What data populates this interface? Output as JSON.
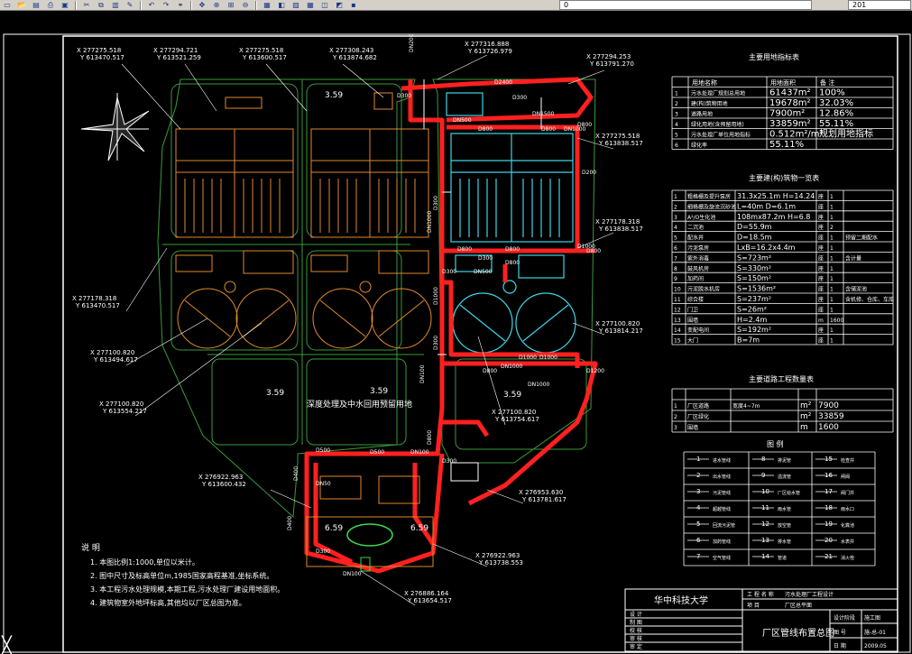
{
  "toolbar": {
    "layer": "0",
    "zoom": "201",
    "icons": [
      "new-icon",
      "open-icon",
      "save-icon",
      "print-icon",
      "preview-icon",
      "cut-icon",
      "copy-icon",
      "paste-icon",
      "match-icon",
      "undo-icon",
      "redo-icon",
      "link-icon",
      "pan-icon",
      "zoom-realtime-icon",
      "zoom-window-icon",
      "zoom-previous-icon",
      "properties-icon",
      "design-center-icon",
      "tool-palette-icon",
      "calculator-icon",
      "layer-manager-icon",
      "layer-state-icon",
      "layer-color-icon"
    ]
  },
  "coords": [
    {
      "x": "X 277275.518",
      "y": "Y 613470.517"
    },
    {
      "x": "X 277294.721",
      "y": "Y 613521.259"
    },
    {
      "x": "X 277275.518",
      "y": "Y 613600.517"
    },
    {
      "x": "X 277308.243",
      "y": "Y 613874.682"
    },
    {
      "x": "X 277316.888",
      "y": "Y 613726.979"
    },
    {
      "x": "X 277294.253",
      "y": "Y 613791.270"
    },
    {
      "x": "X 277275.518",
      "y": "Y 613838.517"
    },
    {
      "x": "X 277178.318",
      "y": "Y 613838.517"
    },
    {
      "x": "X 277178.318",
      "y": "Y 613470.517"
    },
    {
      "x": "X 277100.820",
      "y": "Y 613494.617"
    },
    {
      "x": "X 277100.820",
      "y": "Y 613554.217"
    },
    {
      "x": "X 277100.820",
      "y": "Y 613754.617"
    },
    {
      "x": "X 277100.820",
      "y": "Y 613814.217"
    },
    {
      "x": "X 276922.963",
      "y": "Y 613600.432"
    },
    {
      "x": "X 276953.630",
      "y": "Y 613781.617"
    },
    {
      "x": "X 276922.963",
      "y": "Y 613738.553"
    },
    {
      "x": "X 276886.164",
      "y": "Y 613654.517"
    }
  ],
  "elevations": [
    "3.59",
    "3.59",
    "3.59",
    "3.59",
    "6.59",
    "6.59"
  ],
  "plan_text": "深度处理及中水回用预留用地",
  "pipes": [
    "D300",
    "DN200",
    "D2400",
    "D300",
    "DN500",
    "D800",
    "D800",
    "DN1500",
    "DN1000",
    "D800",
    "D200",
    "D300",
    "DN1000",
    "D800",
    "D800",
    "D1000",
    "D800",
    "DN500",
    "D300",
    "D1000",
    "D300",
    "D300",
    "D1000",
    "D800",
    "DN100",
    "D800",
    "D300",
    "D1000",
    "DN1000",
    "DN1000",
    "D800",
    "D1200",
    "D500",
    "D500",
    "DN100",
    "D400",
    "D400",
    "DN50",
    "D300",
    "DN100"
  ],
  "table1": {
    "title": "主要用地指标表",
    "headers": [
      "",
      "用地名称",
      "用地面积",
      "备 注"
    ],
    "rows": [
      [
        "1",
        "污水处理厂规划总用地",
        "61437m²",
        "100%"
      ],
      [
        "2",
        "建(构)筑物用地",
        "19678m²",
        "32.03%"
      ],
      [
        "3",
        "道路用地",
        "7900m²",
        "12.86%"
      ],
      [
        "4",
        "绿化用地(含预留用地)",
        "33859m²",
        "55.11%"
      ],
      [
        "5",
        "污水处理厂单位用地指标",
        "0.512m²/m³",
        "规划用地指标"
      ],
      [
        "6",
        "绿化率",
        "55.11%",
        ""
      ]
    ]
  },
  "table2": {
    "title": "主要建(构)筑物一览表",
    "rows": [
      [
        "1",
        "粗格栅及提升泵房",
        "31.3x25.1m H=14.24",
        "座",
        "1",
        ""
      ],
      [
        "2",
        "细格栅及旋流沉砂池",
        "L=40m D=6.1m",
        "座",
        "1",
        ""
      ],
      [
        "3",
        "A²/O生化池",
        "108mx87.2m H=6.8",
        "座",
        "1",
        ""
      ],
      [
        "4",
        "二沉池",
        "D=55.9m",
        "座",
        "2",
        ""
      ],
      [
        "5",
        "配水井",
        "D=18.5m",
        "座",
        "1",
        "预留二期配水"
      ],
      [
        "6",
        "污泥泵房",
        "LxB=16.2x4.4m",
        "座",
        "1",
        ""
      ],
      [
        "7",
        "紫外消毒",
        "S=723m²",
        "座",
        "1",
        "含计量"
      ],
      [
        "8",
        "鼓风机房",
        "S=330m²",
        "座",
        "1",
        ""
      ],
      [
        "9",
        "加药间",
        "S=150m²",
        "座",
        "1",
        ""
      ],
      [
        "10",
        "污泥脱水机房",
        "S=1536m²",
        "座",
        "1",
        "含储泥池"
      ],
      [
        "11",
        "综合楼",
        "S=237m²",
        "座",
        "1",
        "含机修、仓库、车库"
      ],
      [
        "12",
        "门卫",
        "S=26m²",
        "座",
        "1",
        ""
      ],
      [
        "13",
        "围墙",
        "H=2.4m",
        "m",
        "1600",
        ""
      ],
      [
        "14",
        "变配电间",
        "S=192m²",
        "座",
        "1",
        ""
      ],
      [
        "15",
        "大门",
        "B=7m",
        "座",
        "1",
        ""
      ]
    ]
  },
  "table3": {
    "title": "主要道路工程数量表",
    "rows": [
      [
        "1",
        "厂区道路",
        "宽度4~7m",
        "m²",
        "7900"
      ],
      [
        "2",
        "厂区绿化",
        "",
        "m²",
        "33859"
      ],
      [
        "3",
        "围墙",
        "",
        "m",
        "1600"
      ]
    ]
  },
  "table4": {
    "title": "图 例",
    "items": [
      "1 进水管线",
      "2 出水管线",
      "3 污泥管线",
      "4 超越管线",
      "5 回流污泥管",
      "6 加药管线",
      "7 空气管线",
      "8 排泥管",
      "9 溢流管",
      "10 厂区给水管",
      "11 雨水管",
      "12 放空管",
      "13 排水管",
      "14 管道",
      "15 检查井",
      "16 闸阀",
      "17 阀门井",
      "18 雨水口",
      "19 化粪池",
      "20 水表井",
      "21 消火栓"
    ]
  },
  "notes": {
    "title": "说 明",
    "lines": [
      "1. 本图比例1:1000,单位以米计。",
      "2. 图中尺寸及标高单位m,1985国家高程基准,坐标系统。",
      "3. 本工程污水处理规模,本期工程,污水处理厂建设用地面积。",
      "4. 建筑物室外地坪标高,其他均以厂区总图为准。"
    ]
  },
  "titleblock": {
    "school": "华中科技大学",
    "project_label": "工 程 名 称",
    "project": "污水处理厂工程设计",
    "drawing_label": "项 目",
    "drawing_value": "厂区总平面",
    "drawing_name": "厂区管线布置总图",
    "rows": [
      "设 计",
      "制 图",
      "校 核",
      "审 核",
      "审 定"
    ],
    "right_labels": [
      "设计阶段",
      "施工图",
      "图 号",
      "施-总-01",
      "日 期",
      "2009.05"
    ]
  }
}
